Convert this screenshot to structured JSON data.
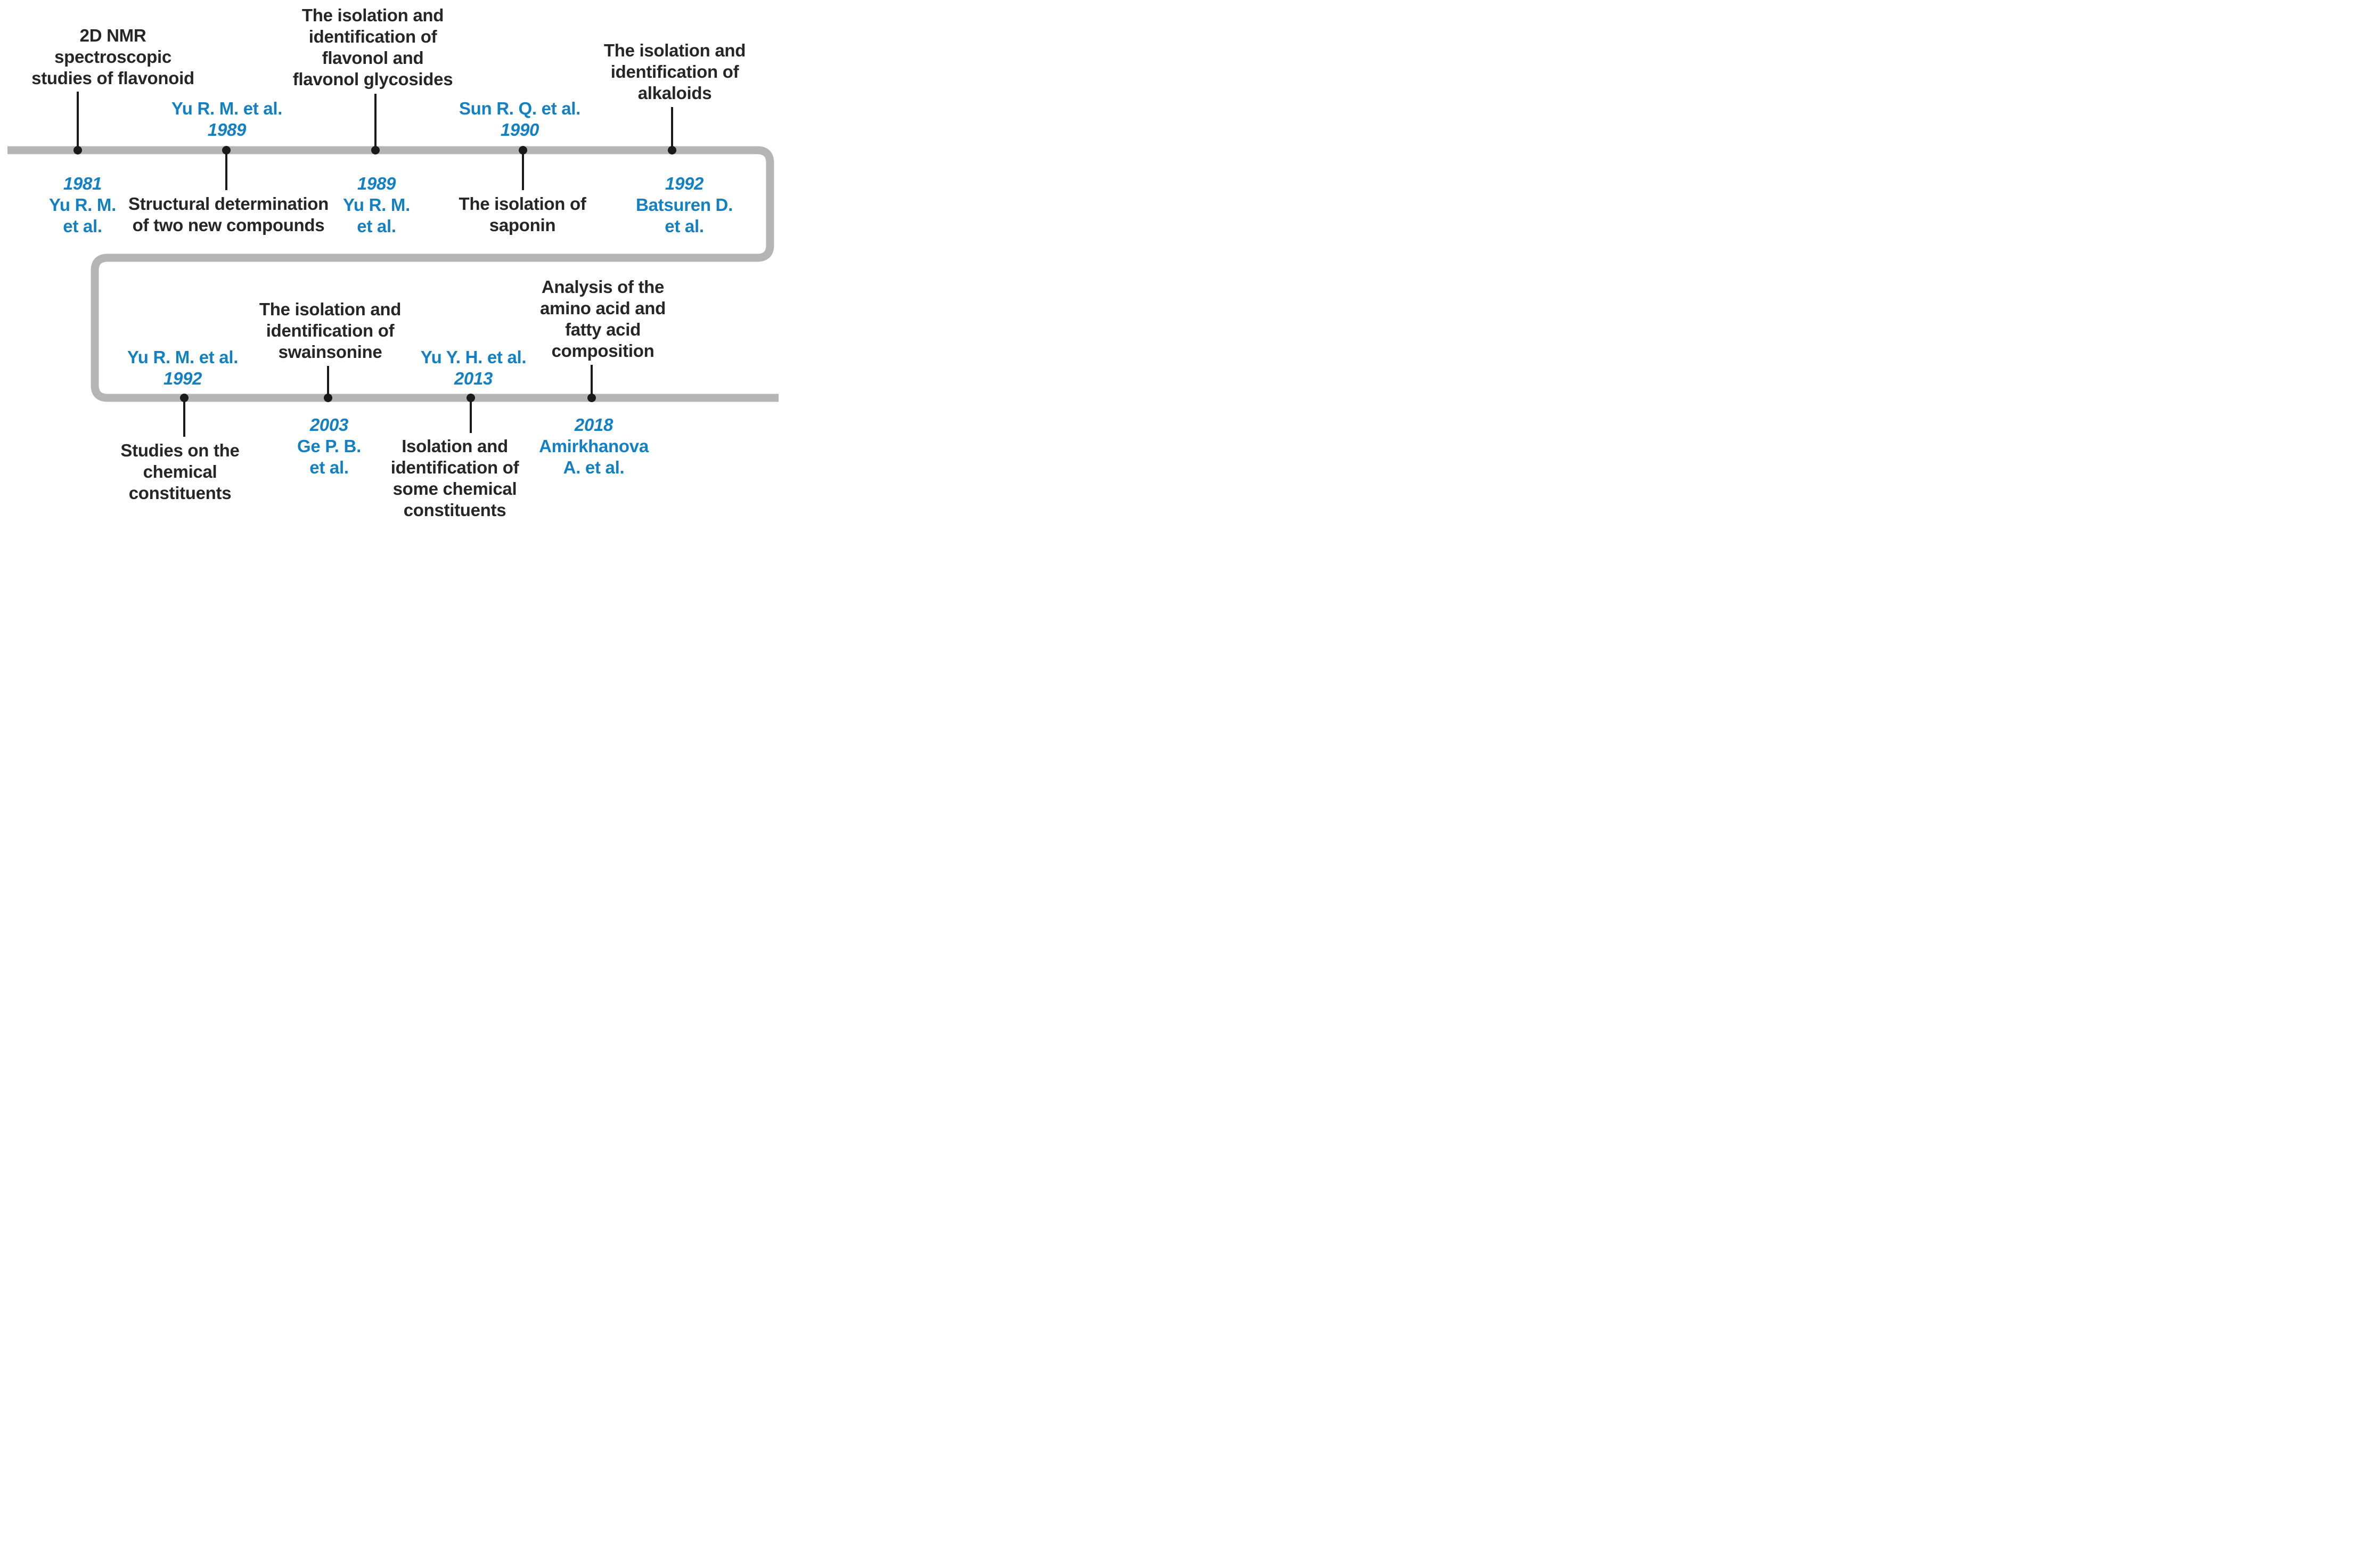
{
  "diagram_type": "timeline",
  "colors": {
    "accent_blue": "#1480c4",
    "text_black": "#262626",
    "track_gray": "#b5b5b5",
    "node_black": "#1a1a1a"
  },
  "milestones": [
    {
      "year": "1981",
      "author_lines": [
        "Yu R. M.",
        "et al."
      ],
      "description_lines": [
        "2D NMR",
        "spectroscopic",
        "studies of flavonoid"
      ]
    },
    {
      "year": "1989",
      "author_lines": [
        "Yu R. M. et al."
      ],
      "description_lines": [
        "Structural determination",
        "of two new compounds"
      ]
    },
    {
      "year": "1989",
      "author_lines": [
        "Yu R. M.",
        "et al."
      ],
      "description_lines": [
        "The isolation and",
        "identification of",
        "flavonol and",
        "flavonol glycosides"
      ]
    },
    {
      "year": "1990",
      "author_lines": [
        "Sun R. Q. et al."
      ],
      "description_lines": [
        "The isolation of",
        "saponin"
      ]
    },
    {
      "year": "1992",
      "author_lines": [
        "Batsuren D.",
        "et al."
      ],
      "description_lines": [
        "The isolation and",
        "identification of",
        "alkaloids"
      ]
    },
    {
      "year": "1992",
      "author_lines": [
        "Yu R. M. et al."
      ],
      "description_lines": [
        "Studies on the",
        "chemical",
        "constituents"
      ]
    },
    {
      "year": "2003",
      "author_lines": [
        "Ge P. B.",
        "et al."
      ],
      "description_lines": [
        "The isolation and",
        "identification of",
        "swainsonine"
      ]
    },
    {
      "year": "2013",
      "author_lines": [
        "Yu Y. H. et al."
      ],
      "description_lines": [
        "Isolation and",
        "identification of",
        "some chemical",
        "constituents"
      ]
    },
    {
      "year": "2018",
      "author_lines": [
        "Amirkhanova",
        "A. et al."
      ],
      "description_lines": [
        "Analysis of the",
        "amino acid and",
        "fatty acid",
        "composition"
      ]
    }
  ]
}
